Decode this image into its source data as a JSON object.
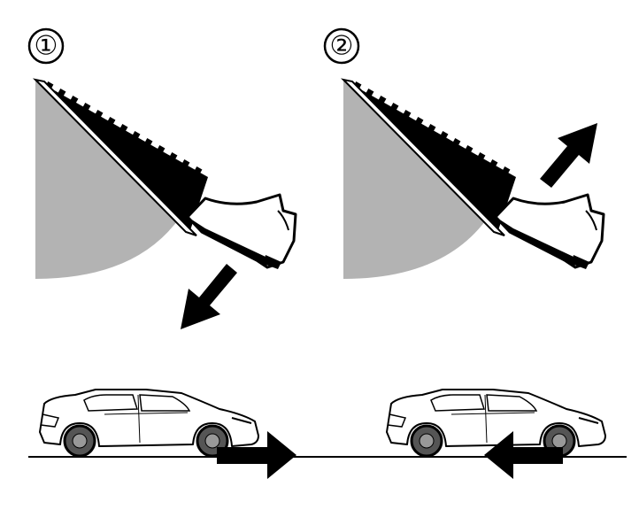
{
  "panels": [
    {
      "step_marker": "①",
      "pedal_action": "press",
      "vehicle_motion": "forward"
    },
    {
      "step_marker": "②",
      "pedal_action": "release",
      "vehicle_motion": "backward"
    }
  ],
  "colors": {
    "ink": "#000000",
    "pedal_arc_fill": "#b3b3b3",
    "background": "#ffffff"
  },
  "icons": [
    "accelerator-pedal-icon",
    "foot-icon",
    "arrow-icon",
    "car-icon"
  ]
}
